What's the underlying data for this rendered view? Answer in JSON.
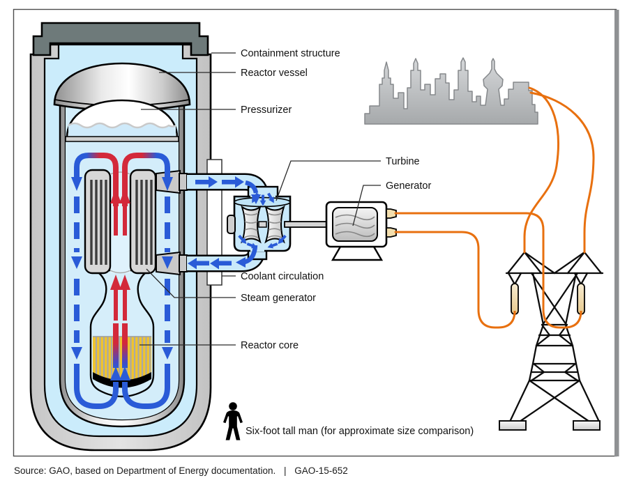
{
  "diagram": {
    "title_domain": "Nuclear power plant schematic",
    "labels": {
      "containment": "Containment structure",
      "reactor_vessel": "Reactor vessel",
      "pressurizer": "Pressurizer",
      "turbine": "Turbine",
      "generator": "Generator",
      "coolant_circulation": "Coolant circulation",
      "steam_generator": "Steam generator",
      "reactor_core": "Reactor core",
      "size_comparison": "Six-foot tall man (for approximate size comparison)"
    },
    "source": {
      "prefix": "Source: GAO, based on Department of Energy documentation.",
      "separator": "|",
      "report_number": "GAO-15-652"
    },
    "colors": {
      "flow_blue": "#2a5bd7",
      "flow_red": "#d3293a",
      "pipe_fill": "#c9e9fa",
      "containment_interior_blue": "#cbecfb",
      "vessel_interior_blue": "#d3edfa",
      "core_yellow": "#f0c42c",
      "wire_orange": "#e8700f",
      "containment_gray": "#d4d4d4",
      "cap_gray": "#6e7a7a",
      "insulator_tan": "#f0dcb4",
      "city_gray": "#c0c3c5"
    }
  }
}
